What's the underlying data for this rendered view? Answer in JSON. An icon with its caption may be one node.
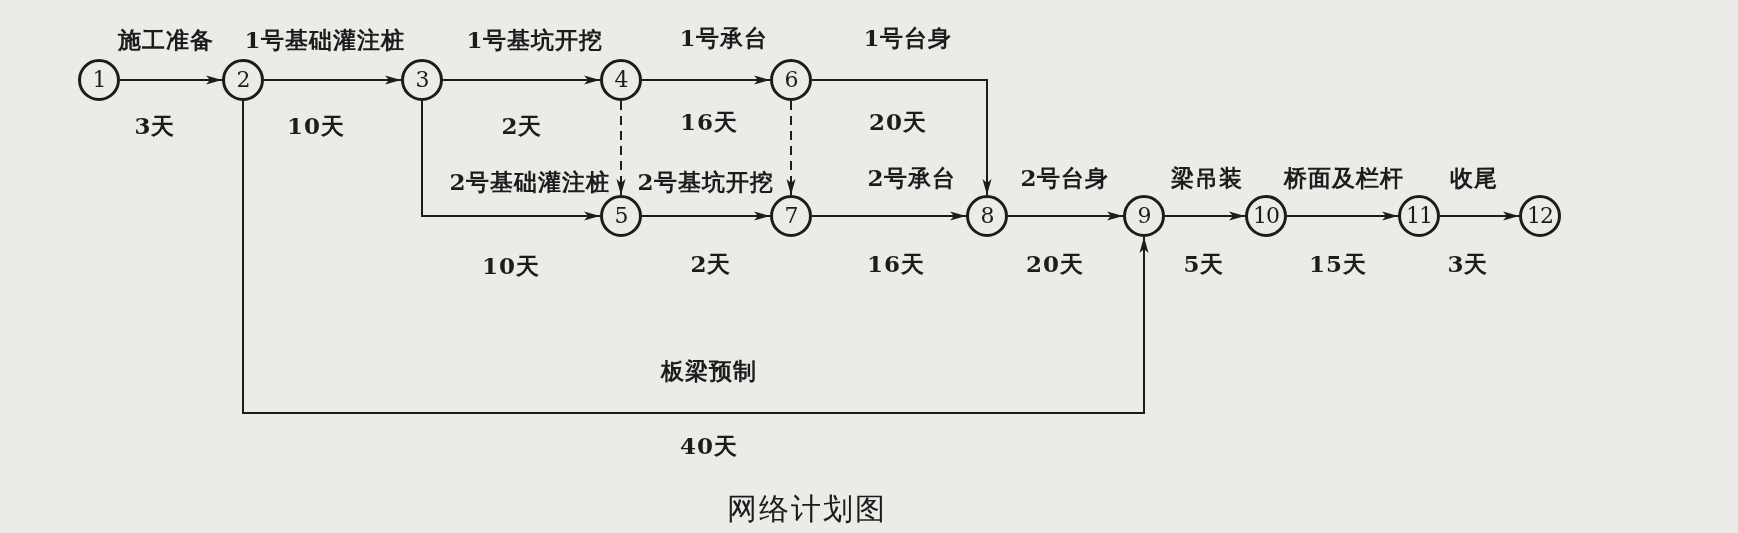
{
  "diagram": {
    "caption": "网络计划图",
    "nodes": [
      {
        "text": [
          "1"
        ]
      },
      {
        "text": [
          "2"
        ]
      },
      {
        "text": [
          "3"
        ]
      },
      {
        "text": [
          "4"
        ]
      },
      {
        "text": [
          "5"
        ]
      },
      {
        "text": [
          "6"
        ]
      },
      {
        "text": [
          "7"
        ]
      },
      {
        "text": [
          "8"
        ]
      },
      {
        "text": [
          "9"
        ]
      },
      {
        "text": [
          "10"
        ]
      },
      {
        "text": [
          "11"
        ]
      },
      {
        "text": [
          "12"
        ]
      }
    ],
    "edges": [
      {
        "from": 0,
        "to": 1,
        "arrow": "to",
        "label": "施工准备"
      },
      {
        "from": 1,
        "to": 2,
        "arrow": "to",
        "label": "1号基础灌注桩"
      },
      {
        "from": 2,
        "to": 3,
        "arrow": "to",
        "label": "1号基坑开挖"
      },
      {
        "from": 3,
        "to": 5,
        "arrow": "to",
        "label": "1号承台"
      },
      {
        "from": 5,
        "to": 7,
        "arrow": "to",
        "label": "1号台身"
      },
      {
        "from": 2,
        "to": 4,
        "arrow": "to",
        "label": "2号基础灌注桩"
      },
      {
        "from": 3,
        "to": 4,
        "arrow": "to",
        "style": "dashed"
      },
      {
        "from": 4,
        "to": 6,
        "arrow": "to",
        "label": "2号基坑开挖"
      },
      {
        "from": 5,
        "to": 6,
        "arrow": "to",
        "style": "dashed"
      },
      {
        "from": 6,
        "to": 7,
        "arrow": "to",
        "label": "2号承台"
      },
      {
        "from": 7,
        "to": 8,
        "arrow": "to",
        "label": "2号台身"
      },
      {
        "from": 1,
        "to": 8,
        "arrow": "to",
        "label": "板梁预制"
      },
      {
        "from": 8,
        "to": 9,
        "arrow": "to",
        "label": "梁吊装"
      },
      {
        "from": 9,
        "to": 10,
        "arrow": "to",
        "label": "桥面及栏杆"
      },
      {
        "from": 10,
        "to": 11,
        "arrow": "to",
        "label": "收尾"
      }
    ],
    "labels": [
      "3天",
      "10天",
      "2天",
      "16天",
      "20天",
      "10天",
      "2天",
      "16天",
      "20天",
      "5天",
      "15天",
      "3天",
      "40天"
    ]
  }
}
